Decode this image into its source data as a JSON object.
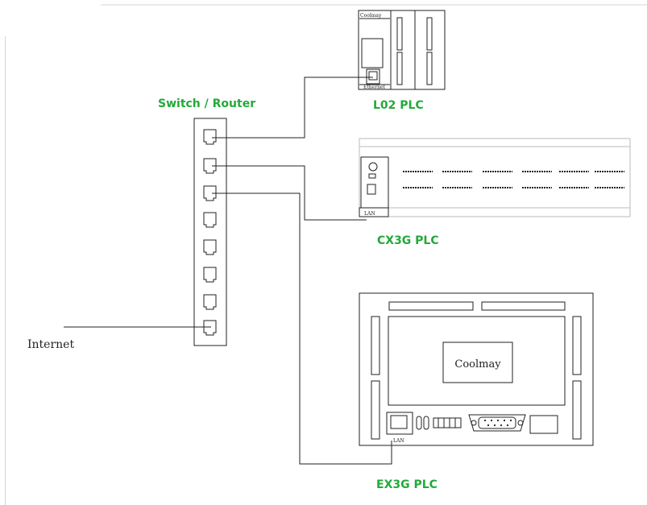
{
  "colors": {
    "label_green": "#22aa3a",
    "line": "#222222",
    "border_gray": "#c8c8c8"
  },
  "labels": {
    "switch": "Switch / Router",
    "internet": "Internet",
    "l02": "L02 PLC",
    "cx3g": "CX3G PLC",
    "ex3g": "EX3G PLC"
  },
  "l02_device": {
    "brand": "Coolmay",
    "port": "Ethernet"
  },
  "cx3g_device": {
    "port": "LAN"
  },
  "ex3g_device": {
    "screen": "Coolmay",
    "port": "LAN"
  }
}
